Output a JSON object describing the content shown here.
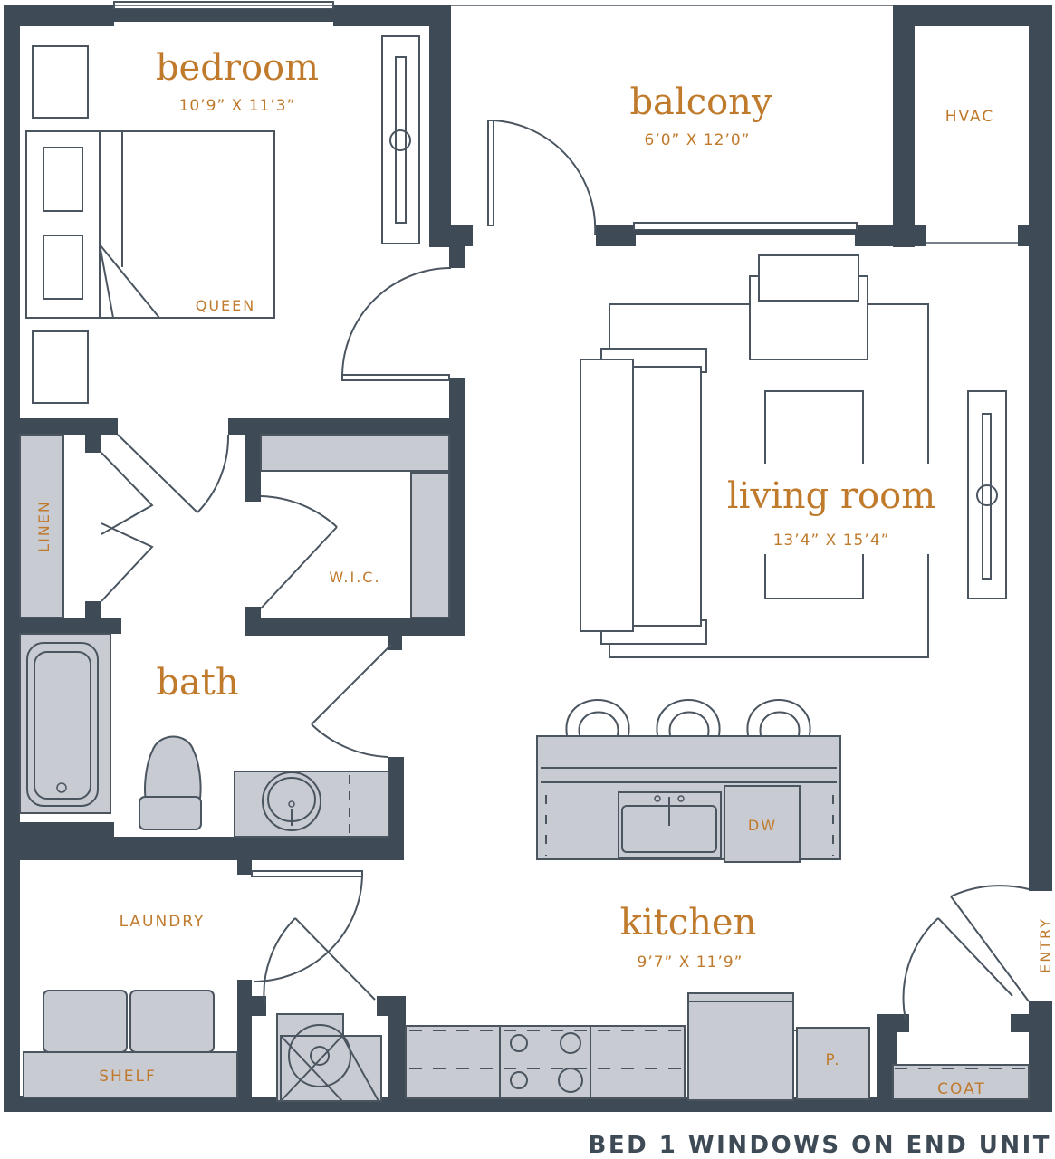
{
  "colors": {
    "wall": "#3e4b57",
    "label": "#c07a2c",
    "fixture_fill": "#c9cbd2",
    "line": "#4a5560"
  },
  "rooms": {
    "bedroom": {
      "name": "bedroom",
      "dimensions": "10’9” X 11’3”"
    },
    "balcony": {
      "name": "balcony",
      "dimensions": "6’0” X 12’0”"
    },
    "living_room": {
      "name": "living room",
      "dimensions": "13’4” X 15’4”"
    },
    "bath": {
      "name": "bath"
    },
    "kitchen": {
      "name": "kitchen",
      "dimensions": "9’7” X 11’9”"
    }
  },
  "labels": {
    "queen": "QUEEN",
    "hvac": "HVAC",
    "linen": "LINEN",
    "wic": "W.I.C.",
    "dw": "DW",
    "laundry": "LAUNDRY",
    "shelf": "SHELF",
    "pantry": "P.",
    "coat": "COAT",
    "entry": "ENTRY"
  },
  "footer": {
    "note": "BED 1 WINDOWS ON END UNIT"
  }
}
